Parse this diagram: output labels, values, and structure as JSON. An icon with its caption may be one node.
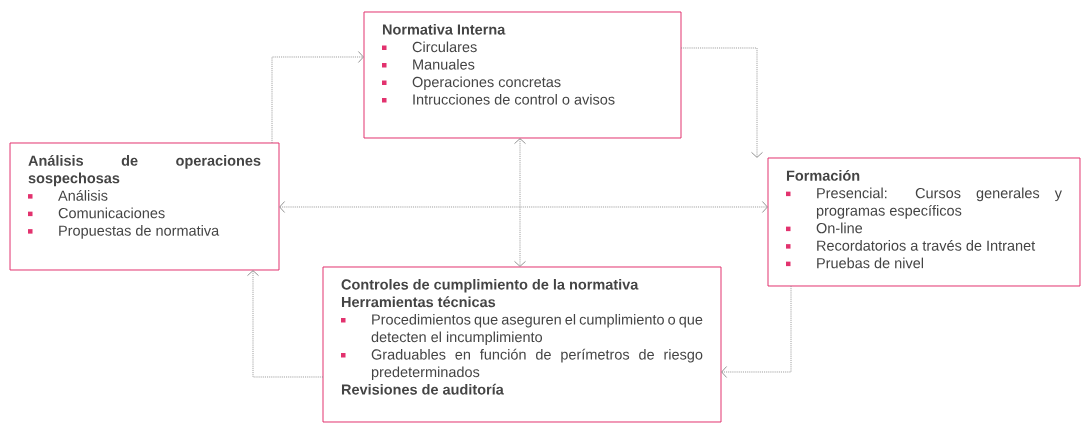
{
  "diagram": {
    "nodes": [
      {
        "text": [
          "Normativa Interna",
          "Circulares",
          "Manuales",
          "Operaciones concretas",
          "Intrucciones de control o avisos"
        ]
      },
      {
        "text": [
          "Formación",
          "Presencial: Cursos generales y programas específicos",
          "On-line",
          "Recordatorios a través de Intranet",
          "Pruebas de nivel"
        ]
      },
      {
        "text": [
          "Controles de cumplimiento de la normativa",
          "Herramientas técnicas",
          "Procedimientos que aseguren el cumplimiento o que detecten el incumplimiento",
          "Graduables en función de perímetros de riesgo predeterminados",
          "Revisiones de auditoría"
        ]
      },
      {
        "text": [
          "Análisis de operaciones sospechosas",
          "Análisis",
          "Comunicaciones",
          "Propuestas de normativa"
        ]
      }
    ],
    "edges": [
      {
        "from": 3,
        "to": 0,
        "arrow": "to",
        "style": "dashed"
      },
      {
        "from": 0,
        "to": 1,
        "arrow": "to",
        "style": "dashed"
      },
      {
        "from": 1,
        "to": 2,
        "arrow": "to",
        "style": "dashed"
      },
      {
        "from": 2,
        "to": 3,
        "arrow": "to",
        "style": "dashed"
      },
      {
        "from": 0,
        "to": 2,
        "arrow": "both",
        "style": "dashed"
      },
      {
        "from": 3,
        "to": 1,
        "arrow": "both",
        "style": "dashed"
      }
    ]
  }
}
